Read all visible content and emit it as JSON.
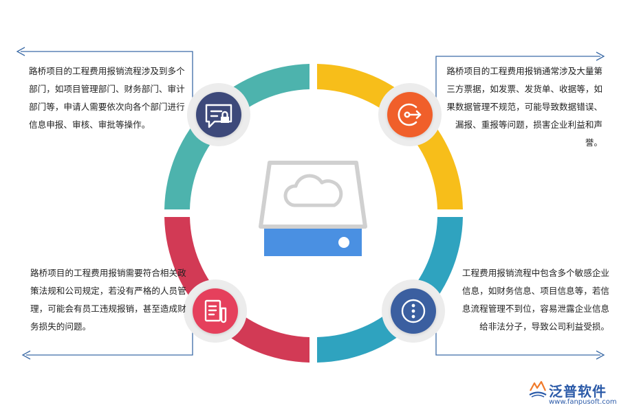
{
  "colors": {
    "teal": "#4db3ad",
    "yellow": "#f7be1a",
    "crimson": "#d23a55",
    "cyan": "#2fa3bf",
    "badge_navy": "#3d4a7a",
    "badge_orange": "#f05f2a",
    "badge_red": "#e5415b",
    "badge_blue": "#3b5fa0",
    "arrow": "#3b6aa6",
    "drive_gray": "#d0d0d0",
    "drive_blue": "#4a90e2"
  },
  "segments": [
    {
      "id": "top-left",
      "color": "teal",
      "icon": "message-lock-icon"
    },
    {
      "id": "top-right",
      "color": "yellow",
      "icon": "circular-arrow-icon"
    },
    {
      "id": "bottom-left",
      "color": "crimson",
      "icon": "document-icon"
    },
    {
      "id": "bottom-right",
      "color": "cyan",
      "icon": "more-options-icon"
    }
  ],
  "center_icon": "cloud-drive-icon",
  "paragraphs": {
    "top_left": "路桥项目的工程费用报销流程涉及到多个部门，如项目管理部门、财务部门、审计部门等，申请人需要依次向各个部门进行信息申报、审核、审批等操作。",
    "top_right": "路桥项目的工程费用报销通常涉及大量第三方票据，如发票、发货单、收据等，如果数据管理不规范，可能导致数据错误、漏报、重报等问题，损害企业利益和声誉。",
    "bottom_left": "路桥项目的工程费用报销需要符合相关政策法规和公司规定，若没有严格的人员管理，可能会有员工违规报销，甚至造成财务损失的问题。",
    "bottom_right": "工程费用报销流程中包含多个敏感企业信息，如财务信息、项目信息等，若信息流程管理不到位，容易泄露企业信息给非法分子，导致公司利益受损。"
  },
  "brand": {
    "logo_icon": "fanpu-logo-icon",
    "name": "泛普软件",
    "url": "www.fanpusoft.com"
  }
}
